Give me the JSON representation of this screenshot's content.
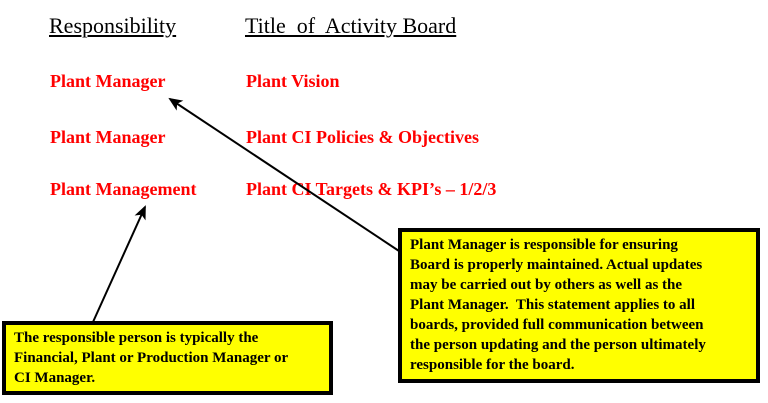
{
  "slide": {
    "background": "#ffffff",
    "headers": {
      "responsibility": "Responsibility",
      "title": "Title  of  Activity Board"
    },
    "rows": [
      {
        "responsibility": "Plant Manager",
        "title": "Plant Vision"
      },
      {
        "responsibility": "Plant Manager",
        "title": "Plant CI Policies & Objectives"
      },
      {
        "responsibility": "Plant Management",
        "title": "Plant CI Targets & KPI’s – 1/2/3"
      }
    ],
    "callouts": {
      "left": {
        "background": "#ffff00",
        "border_color": "#000000",
        "lines": [
          "The responsible person is typically the",
          "Financial, Plant or Production Manager or",
          "CI Manager."
        ]
      },
      "right": {
        "background": "#ffff00",
        "border_color": "#000000",
        "lines": [
          "Plant Manager is responsible for ensuring",
          "Board is properly maintained. Actual updates",
          "may be carried out by others as well as the",
          "Plant Manager.  This statement applies to all",
          "boards, provided full communication between",
          "the person updating and the person ultimately",
          "responsible for the board."
        ]
      }
    },
    "colors": {
      "row_text": "#ff0000",
      "header_text": "#000000",
      "arrow": "#000000",
      "callout_background": "#ffff00",
      "callout_border": "#000000"
    }
  }
}
